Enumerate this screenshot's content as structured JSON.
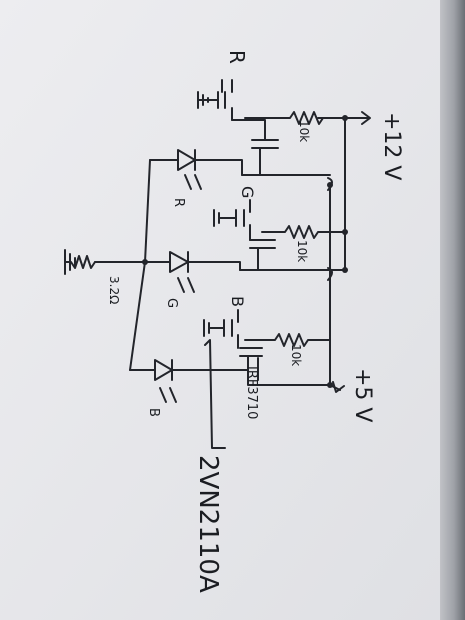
{
  "labels": {
    "r_input": "R",
    "g_input": "G",
    "b_input": "B",
    "v12": "+12 V",
    "v5": "+5 V",
    "r1": "10k",
    "r2": "10k",
    "r3": "10k",
    "r_series": "3.2Ω",
    "led_r": "R",
    "led_g": "G",
    "led_b": "B",
    "mosfet_power": "IRF3710",
    "mosfet_small": "2VN2110A"
  },
  "colors": {
    "paper": "#e9e9ec",
    "ink": "#23252b",
    "background": "#8d9097"
  }
}
